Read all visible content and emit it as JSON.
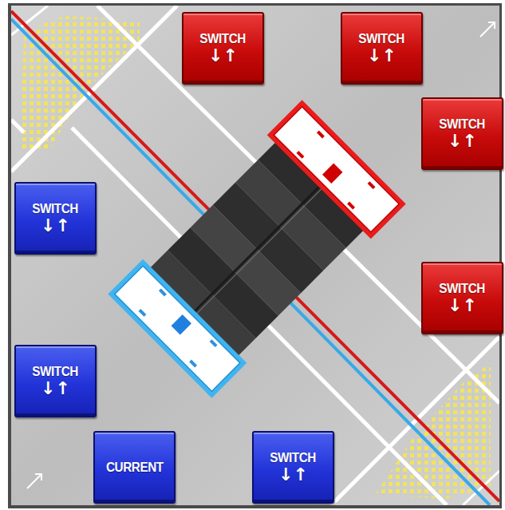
{
  "diagram": {
    "nodes": [
      {
        "text": [
          "SWITCH",
          "↓↑"
        ]
      },
      {
        "text": [
          "SWITCH",
          "↓↑"
        ]
      },
      {
        "text": [
          "SWITCH",
          "↓↑"
        ]
      },
      {
        "text": [
          "SWITCH",
          "↓↑"
        ]
      },
      {
        "text": [
          "SWITCH",
          "↓↑"
        ]
      },
      {
        "text": [
          "SWITCH",
          "↓↑"
        ]
      },
      {
        "text": [
          "CURRENT"
        ]
      },
      {
        "text": [
          "SWITCH",
          "↓↑"
        ]
      }
    ]
  }
}
